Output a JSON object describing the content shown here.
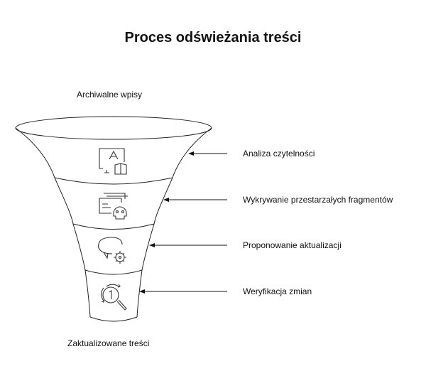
{
  "title": "Proces odświeżania treści",
  "top_label": "Archiwalne wpisy",
  "bottom_label": "Zaktualizowane treści",
  "stages": [
    {
      "label": "Analiza czytelności",
      "icon": "reading-icon"
    },
    {
      "label": "Wykrywanie przestarzałych fragmentów",
      "icon": "document-skull-icon"
    },
    {
      "label": "Proponowanie aktualizacji",
      "icon": "chat-gear-icon"
    },
    {
      "label": "Weryfikacja zmian",
      "icon": "version-search-icon"
    }
  ]
}
